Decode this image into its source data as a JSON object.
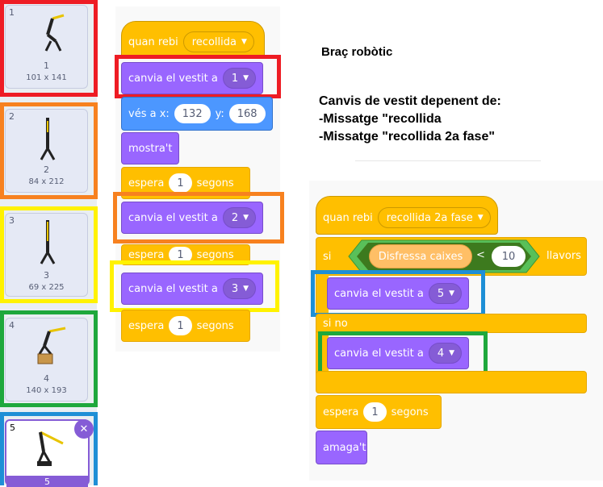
{
  "costumes": [
    {
      "number": "1",
      "name": "1",
      "size": "101 x 141"
    },
    {
      "number": "2",
      "name": "2",
      "size": "84 x 212"
    },
    {
      "number": "3",
      "name": "3",
      "size": "69 x 225"
    },
    {
      "number": "4",
      "name": "4",
      "size": "140 x 193"
    },
    {
      "number": "5",
      "name": "5",
      "delete_icon": "trash-icon"
    }
  ],
  "script1": {
    "hat_label": "quan rebi",
    "hat_message": "recollida",
    "switch1_label": "canvia el vestit a",
    "switch1_value": "1",
    "goto_label": "vés a x:",
    "goto_x": "132",
    "goto_y_label": "y:",
    "goto_y": "168",
    "show_label": "mostra't",
    "wait1_label": "espera",
    "wait1_value": "1",
    "wait1_unit": "segons",
    "switch2_label": "canvia el vestit a",
    "switch2_value": "2",
    "wait2_label": "espera",
    "wait2_value": "1",
    "wait2_unit": "segons",
    "switch3_label": "canvia el vestit a",
    "switch3_value": "3",
    "wait3_label": "espera",
    "wait3_value": "1",
    "wait3_unit": "segons"
  },
  "script2": {
    "hat_label": "quan rebi",
    "hat_message": "recollida 2a fase",
    "if_label": "si",
    "sensor": "Disfressa caixes",
    "operator": "<",
    "compare_value": "10",
    "then_label": "llavors",
    "switch_then_label": "canvia el vestit a",
    "switch_then_value": "5",
    "else_label": "si no",
    "switch_else_label": "canvia el vestit a",
    "switch_else_value": "4",
    "wait_label": "espera",
    "wait_value": "1",
    "wait_unit": "segons",
    "hide_label": "amaga't"
  },
  "notes": {
    "title": "Braç robòtic",
    "line1": "Canvis de vestit depenent de:",
    "line2": "-Missatge \"recollida",
    "line3": "-Missatge \"recollida 2a fase\""
  },
  "colors": {
    "events": "#ffbf00",
    "control": "#ffab19",
    "looks": "#9966ff",
    "motion": "#4c97ff",
    "operators": "#59c059",
    "sensing": "#5cb1d6",
    "highlight_red": "#ee1c24",
    "highlight_orange": "#f7811f",
    "highlight_yellow": "#fff200",
    "highlight_green": "#1ea83c",
    "highlight_blue": "#1e8fd6"
  }
}
